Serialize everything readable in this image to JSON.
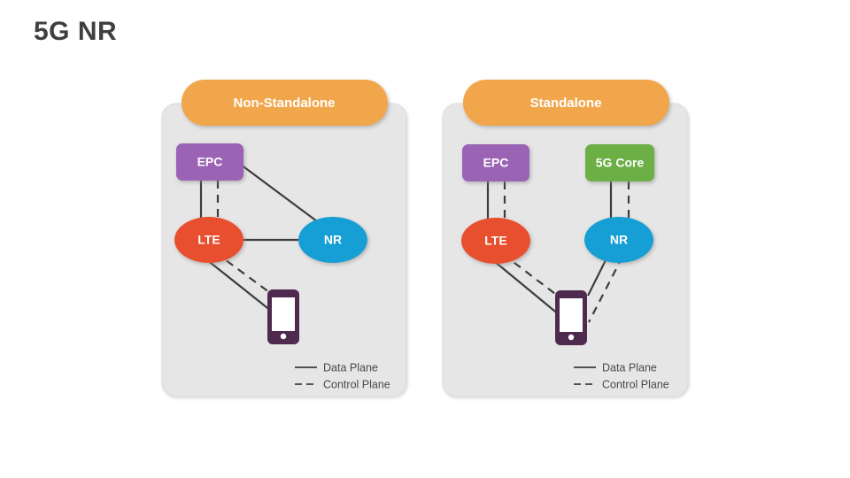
{
  "title": "5G NR",
  "colors": {
    "banner": "#F2A64C",
    "panel_bg": "#E6E6E6",
    "panel_border": "#D8D8D8",
    "epc": "#9B64B4",
    "core5g": "#6CAF44",
    "lte": "#E8502F",
    "nr": "#159FD4",
    "phone": "#4E2A4E",
    "line": "#3D3D3D",
    "title_text": "#3F3F3F",
    "legend_text": "#4A4A4A"
  },
  "panels": [
    {
      "id": "non-standalone",
      "banner_label": "Non-Standalone",
      "nodes": [
        {
          "id": "epc",
          "label": "EPC",
          "shape": "rect",
          "color": "#9B64B4"
        },
        {
          "id": "lte",
          "label": "LTE",
          "shape": "ellipse",
          "color": "#E8502F"
        },
        {
          "id": "nr",
          "label": "NR",
          "shape": "ellipse",
          "color": "#159FD4"
        },
        {
          "id": "ue",
          "label": "",
          "shape": "phone",
          "color": "#4E2A4E"
        }
      ],
      "links": [
        {
          "from": "epc",
          "to": "lte",
          "plane": "data"
        },
        {
          "from": "epc",
          "to": "lte",
          "plane": "control"
        },
        {
          "from": "epc",
          "to": "nr",
          "plane": "data"
        },
        {
          "from": "lte",
          "to": "nr",
          "plane": "data"
        },
        {
          "from": "lte",
          "to": "ue",
          "plane": "data"
        },
        {
          "from": "lte",
          "to": "ue",
          "plane": "control"
        }
      ],
      "legend": [
        {
          "label": "Data Plane",
          "style": "solid"
        },
        {
          "label": "Control Plane",
          "style": "dashed"
        }
      ]
    },
    {
      "id": "standalone",
      "banner_label": "Standalone",
      "nodes": [
        {
          "id": "epc",
          "label": "EPC",
          "shape": "rect",
          "color": "#9B64B4"
        },
        {
          "id": "core5g",
          "label": "5G Core",
          "shape": "rect",
          "color": "#6CAF44"
        },
        {
          "id": "lte",
          "label": "LTE",
          "shape": "ellipse",
          "color": "#E8502F"
        },
        {
          "id": "nr",
          "label": "NR",
          "shape": "ellipse",
          "color": "#159FD4"
        },
        {
          "id": "ue",
          "label": "",
          "shape": "phone",
          "color": "#4E2A4E"
        }
      ],
      "links": [
        {
          "from": "epc",
          "to": "lte",
          "plane": "data"
        },
        {
          "from": "epc",
          "to": "lte",
          "plane": "control"
        },
        {
          "from": "core5g",
          "to": "nr",
          "plane": "data"
        },
        {
          "from": "core5g",
          "to": "nr",
          "plane": "control"
        },
        {
          "from": "lte",
          "to": "ue",
          "plane": "data"
        },
        {
          "from": "lte",
          "to": "ue",
          "plane": "control"
        },
        {
          "from": "nr",
          "to": "ue",
          "plane": "data"
        },
        {
          "from": "nr",
          "to": "ue",
          "plane": "control"
        }
      ],
      "legend": [
        {
          "label": "Data Plane",
          "style": "solid"
        },
        {
          "label": "Control Plane",
          "style": "dashed"
        }
      ]
    }
  ]
}
